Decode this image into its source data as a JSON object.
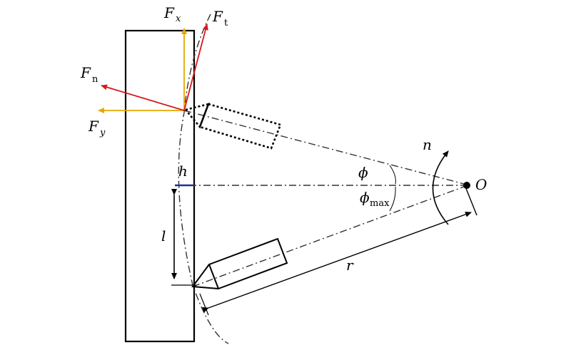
{
  "labels": {
    "Fx": {
      "main": "F",
      "sub": "x"
    },
    "Ft": {
      "main": "F",
      "sub": "t"
    },
    "Fn": {
      "main": "F",
      "sub": "n"
    },
    "Fy": {
      "main": "F",
      "sub": "y"
    },
    "h": "h",
    "l": "l",
    "phi": "ϕ",
    "phi_max": {
      "main": "ϕ",
      "sub": "max"
    },
    "n": "n",
    "O": "O",
    "r": "r"
  },
  "colors": {
    "red_force": "#d7191c",
    "gold_force": "#e6a700",
    "blue_h": "#1f2d9c",
    "line": "#000000"
  }
}
